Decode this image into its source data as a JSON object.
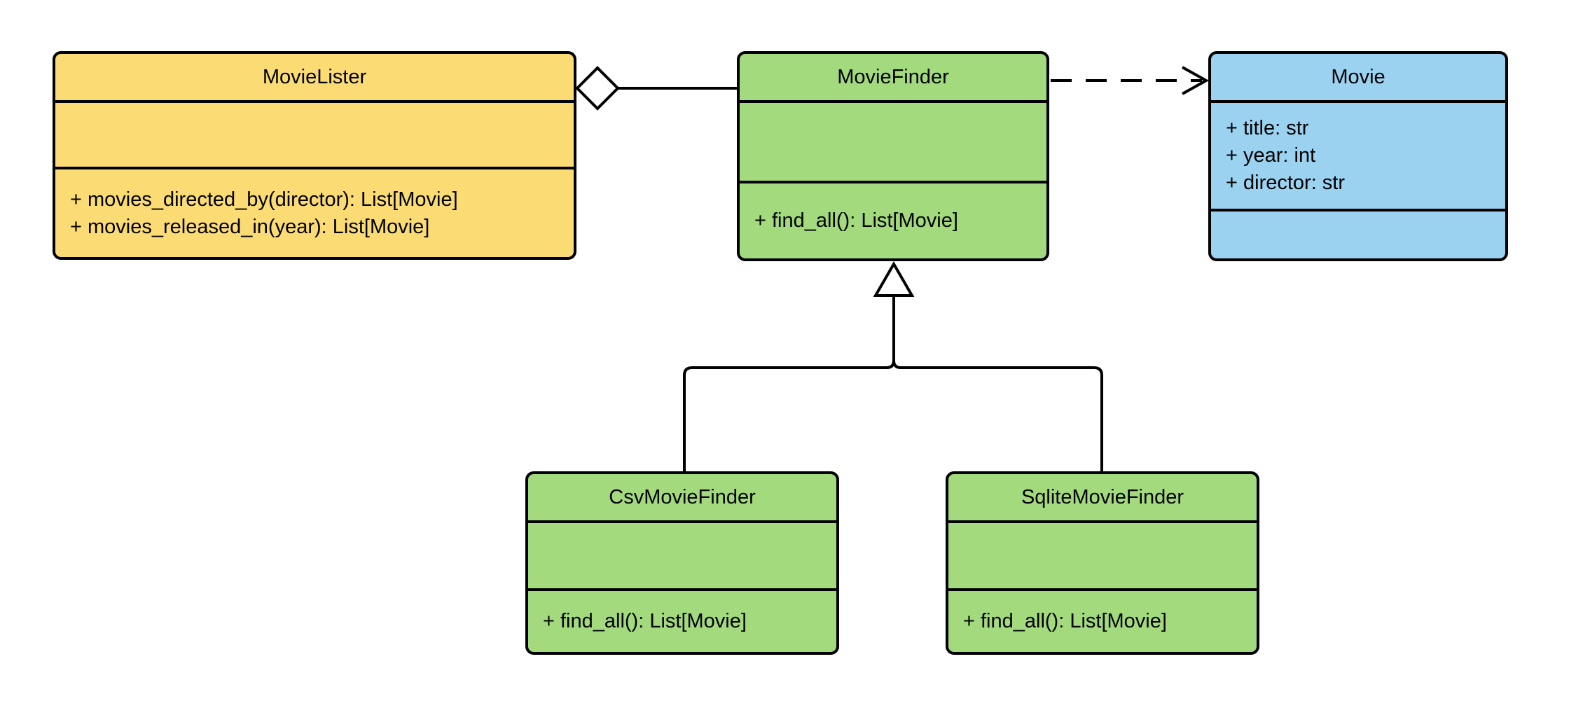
{
  "colors": {
    "lister_fill": "#FBDC74",
    "finder_fill": "#A2DA7D",
    "movie_fill": "#9AD2F0",
    "line": "#000000",
    "background": "#FFFFFF"
  },
  "classes": {
    "movie_lister": {
      "name": "MovieLister",
      "attributes": [],
      "methods": [
        "+ movies_directed_by(director): List[Movie]",
        "+ movies_released_in(year): List[Movie]"
      ]
    },
    "movie_finder": {
      "name": "MovieFinder",
      "attributes": [],
      "methods": [
        "+ find_all(): List[Movie]"
      ]
    },
    "movie": {
      "name": "Movie",
      "attributes": [
        "+ title: str",
        "+ year: int",
        "+ director: str"
      ],
      "methods": []
    },
    "csv_movie_finder": {
      "name": "CsvMovieFinder",
      "attributes": [],
      "methods": [
        "+ find_all(): List[Movie]"
      ]
    },
    "sqlite_movie_finder": {
      "name": "SqliteMovieFinder",
      "attributes": [],
      "methods": [
        "+ find_all(): List[Movie]"
      ]
    }
  },
  "relationships": [
    {
      "type": "aggregation",
      "from": "MovieLister",
      "to": "MovieFinder"
    },
    {
      "type": "dependency",
      "from": "MovieFinder",
      "to": "Movie"
    },
    {
      "type": "inheritance",
      "from": "CsvMovieFinder",
      "to": "MovieFinder"
    },
    {
      "type": "inheritance",
      "from": "SqliteMovieFinder",
      "to": "MovieFinder"
    }
  ]
}
